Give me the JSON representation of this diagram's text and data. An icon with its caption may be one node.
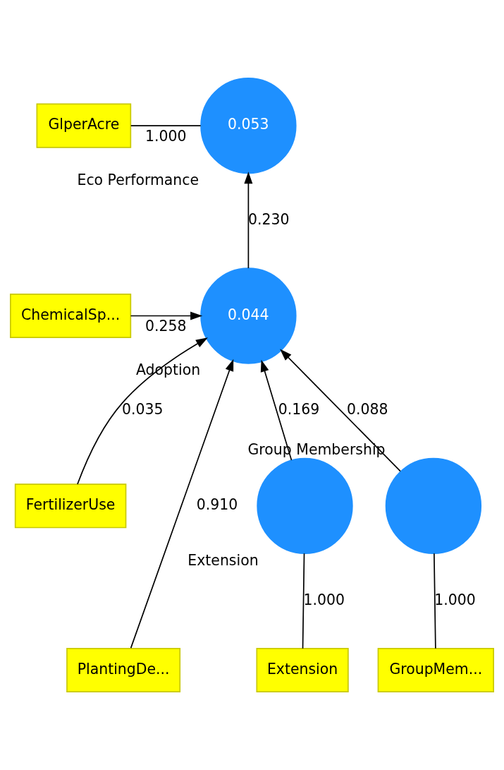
{
  "diagram": {
    "nodes": [
      {
        "text": [
          "GlperAcre"
        ]
      },
      {
        "text": [
          "0.053"
        ],
        "beside": [
          "Eco Performance"
        ]
      },
      {
        "text": [
          "ChemicalSp..."
        ]
      },
      {
        "text": [
          "0.044"
        ],
        "beside": [
          "Adoption"
        ]
      },
      {
        "text": [
          "FertilizerUse"
        ]
      },
      {
        "text": [
          "PlantingDe..."
        ]
      },
      {
        "text": [],
        "shape": "circle",
        "beside": [
          "Extension"
        ]
      },
      {
        "text": [],
        "shape": "circle",
        "beside": [
          "Group Membership"
        ]
      },
      {
        "text": [
          "Extension"
        ]
      },
      {
        "text": [
          "GroupMem..."
        ]
      }
    ],
    "edges": [
      {
        "from": 0,
        "to": 1,
        "arrow": "none",
        "label": "1.000"
      },
      {
        "from": 3,
        "to": 1,
        "arrow": "to",
        "label": "0.230"
      },
      {
        "from": 2,
        "to": 3,
        "arrow": "to",
        "label": "0.258"
      },
      {
        "from": 4,
        "to": 3,
        "arrow": "to",
        "label": "0.035"
      },
      {
        "from": 5,
        "to": 3,
        "arrow": "to",
        "label": "0.910"
      },
      {
        "from": 6,
        "to": 3,
        "arrow": "to",
        "label": "0.169"
      },
      {
        "from": 7,
        "to": 3,
        "arrow": "to",
        "label": "0.088"
      },
      {
        "from": 8,
        "to": 6,
        "arrow": "none",
        "label": "1.000"
      },
      {
        "from": 9,
        "to": 7,
        "arrow": "none",
        "label": "1.000"
      }
    ]
  }
}
